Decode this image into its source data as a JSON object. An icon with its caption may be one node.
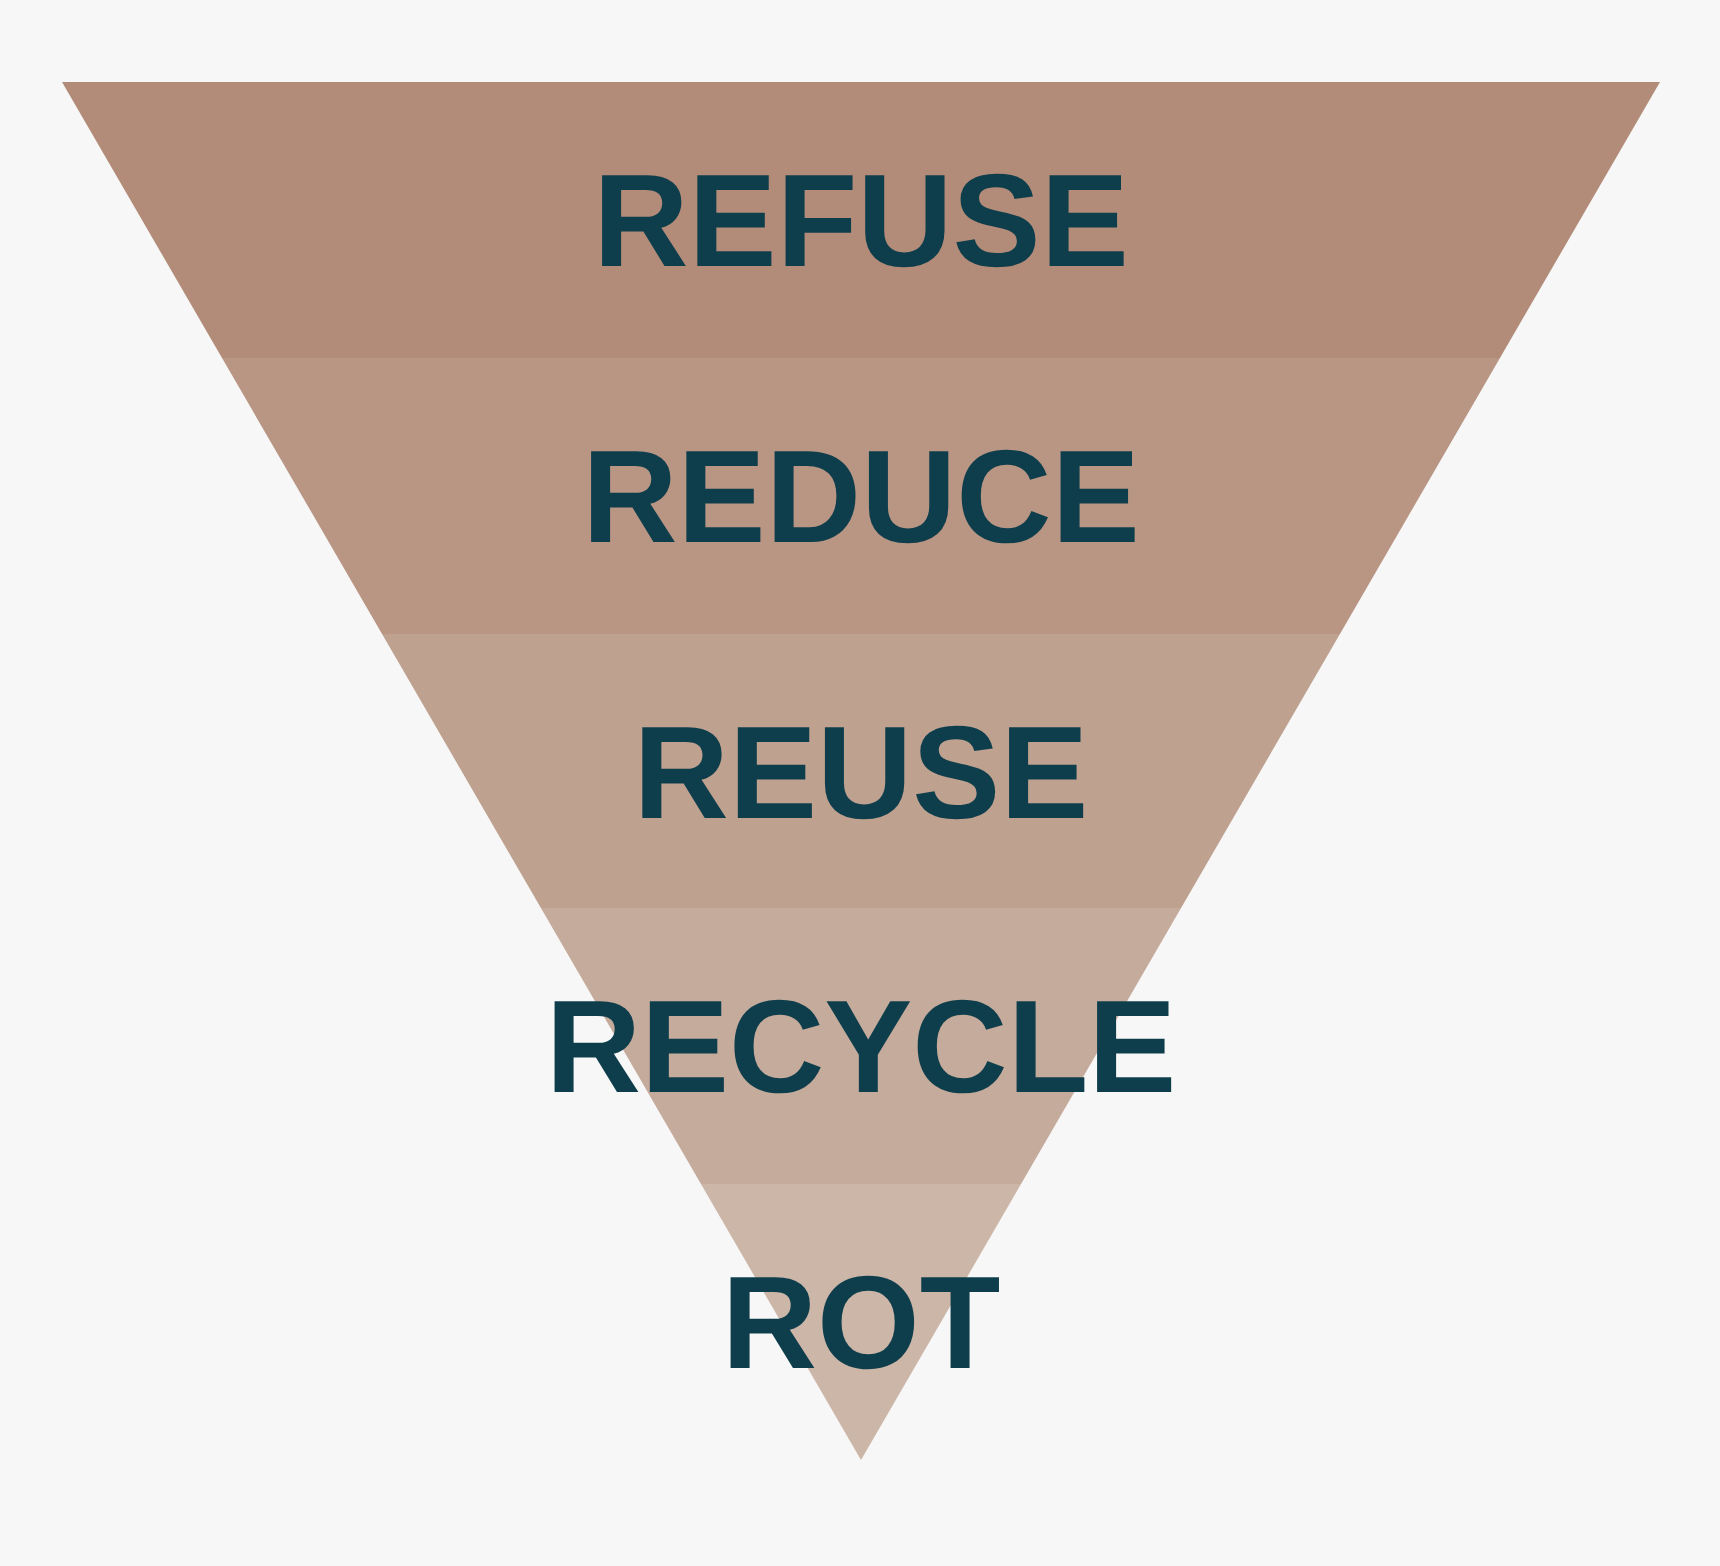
{
  "diagram": {
    "nodes": [
      {
        "text": [
          "REFUSE"
        ]
      },
      {
        "text": [
          "REDUCE"
        ]
      },
      {
        "text": [
          "REUSE"
        ]
      },
      {
        "text": [
          "RECYCLE"
        ]
      },
      {
        "text": [
          "ROT"
        ]
      }
    ]
  }
}
